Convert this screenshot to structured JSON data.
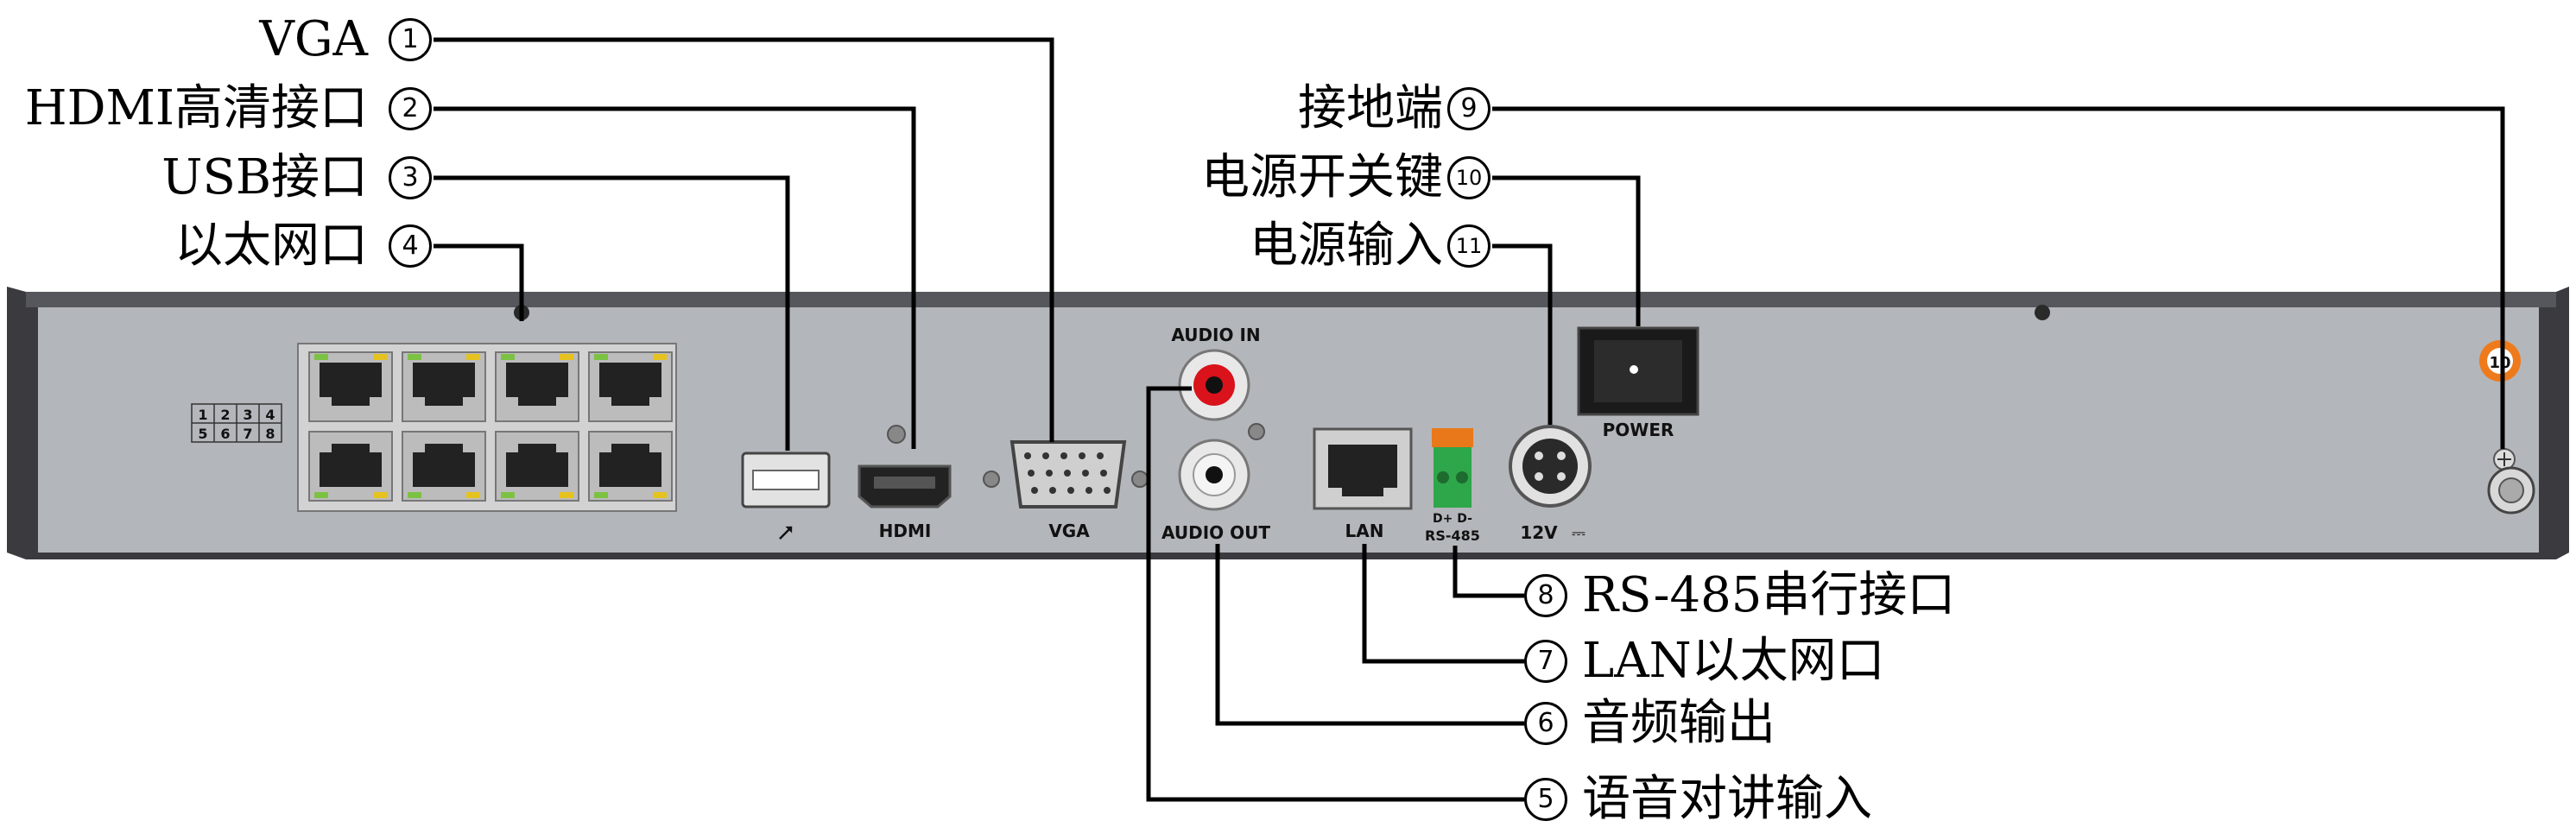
{
  "callouts": [
    {
      "num": "1",
      "label": "VGA"
    },
    {
      "num": "2",
      "label": "HDMI高清接口"
    },
    {
      "num": "3",
      "label": "USB接口"
    },
    {
      "num": "4",
      "label": "以太网口"
    },
    {
      "num": "5",
      "label": "语音对讲输入"
    },
    {
      "num": "6",
      "label": "音频输出"
    },
    {
      "num": "7",
      "label": "LAN以太网口"
    },
    {
      "num": "8",
      "label": "RS-485串行接口"
    },
    {
      "num": "9",
      "label": "接地端"
    },
    {
      "num": "10",
      "label": "电源开关键"
    },
    {
      "num": "11",
      "label": "电源输入"
    }
  ],
  "panel": {
    "port_grid": [
      "1",
      "2",
      "3",
      "4",
      "5",
      "6",
      "7",
      "8"
    ],
    "audio_in": "AUDIO IN",
    "audio_out": "AUDIO OUT",
    "vga": "VGA",
    "hdmi": "HDMI",
    "lan": "LAN",
    "rs485": "RS-485",
    "rs485_pins": "D+ D-",
    "power_in": "12V",
    "power": "POWER",
    "sticker": "10"
  }
}
